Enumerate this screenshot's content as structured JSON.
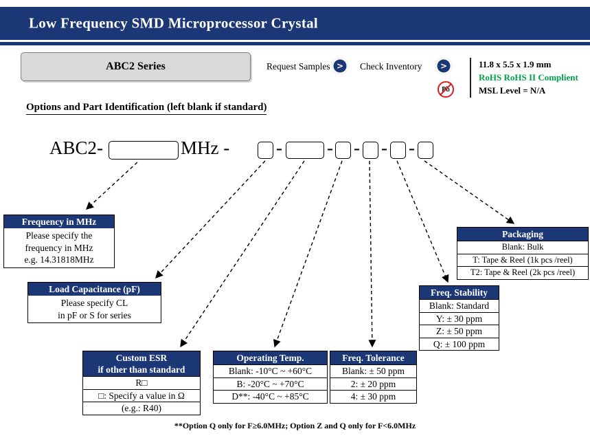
{
  "header": {
    "title": "Low Frequency SMD Microprocessor Crystal"
  },
  "banner": {
    "series": "ABC2 Series",
    "request_samples": "Request Samples",
    "check_inventory": "Check Inventory",
    "chevron": ">",
    "pb_label": "Pb",
    "dimensions": "11.8 x 5.5 x 1.9 mm",
    "rohs": "RoHS RoHS II Complient",
    "msl": "MSL Level = N/A"
  },
  "section": {
    "heading": "Options and Part Identification (left blank if standard)"
  },
  "part_number": {
    "prefix": "ABC2-",
    "mhz_label": "MHz -",
    "dash": "-"
  },
  "tables": {
    "frequency": {
      "header": "Frequency in MHz",
      "lines": [
        "Please specify the",
        "frequency in MHz",
        "e.g. 14.31818MHz"
      ]
    },
    "load_capacitance": {
      "header": "Load Capacitance (pF)",
      "lines": [
        "Please specify CL",
        "in pF or S for series"
      ]
    },
    "custom_esr": {
      "header_line1": "Custom ESR",
      "header_line2": "if other than standard",
      "rows": [
        "R□",
        "□: Specify a value in Ω",
        "(e.g.: R40)"
      ]
    },
    "operating_temp": {
      "header": "Operating Temp.",
      "rows": [
        "Blank: -10°C ~ +60°C",
        "B: -20°C ~ +70°C",
        "D**: -40°C ~ +85°C"
      ]
    },
    "freq_tolerance": {
      "header": "Freq. Tolerance",
      "rows": [
        "Blank: ± 50 ppm",
        "2: ± 20 ppm",
        "4: ± 30 ppm"
      ]
    },
    "freq_stability": {
      "header": "Freq. Stability",
      "rows": [
        "Blank: Standard",
        "Y: ± 30 ppm",
        "Z: ± 50 ppm",
        "Q: ± 100 ppm"
      ]
    },
    "packaging": {
      "header": "Packaging",
      "rows": [
        "Blank: Bulk",
        "T:  Tape & Reel (1k pcs /reel)",
        "T2:  Tape & Reel (2k pcs /reel)"
      ]
    }
  },
  "footnote": "**Option Q only for F≥6.0MHz; Option Z and Q only for F<6.0MHz",
  "colors": {
    "navy": "#1c3775",
    "green": "#00a14b",
    "red": "#d21f1f",
    "gray": "#d9d9d9"
  }
}
